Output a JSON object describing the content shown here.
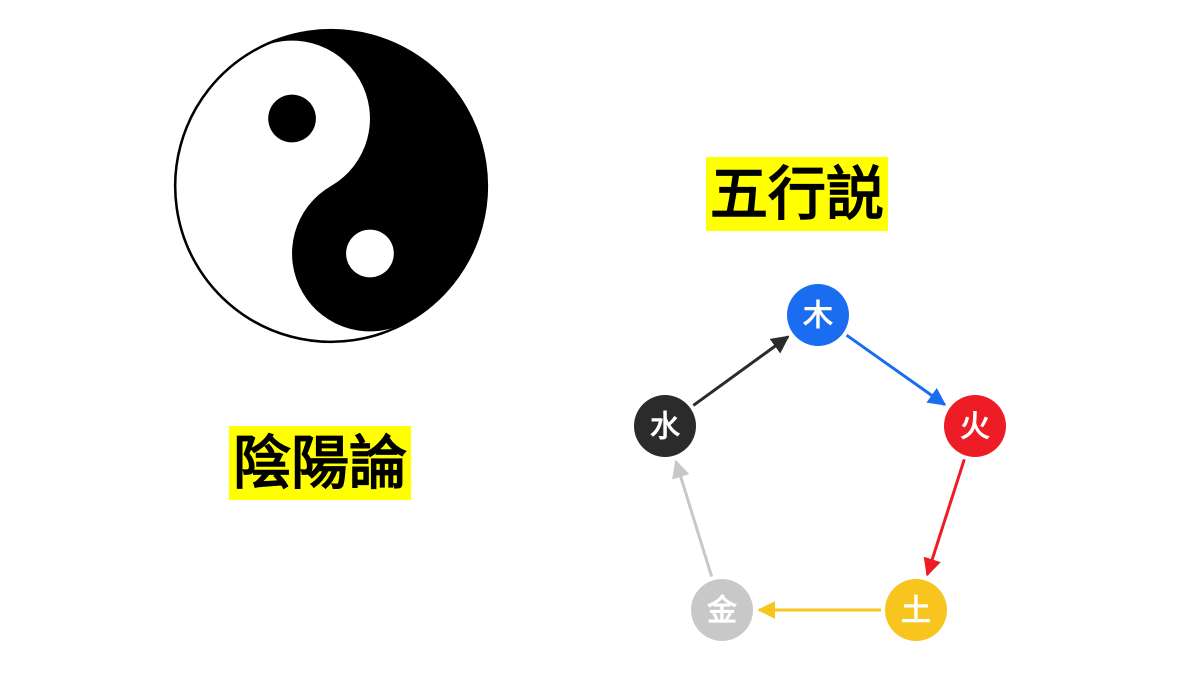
{
  "yinyang": {
    "title": "陰陽論",
    "colors": {
      "dark": "#000000",
      "light": "#ffffff"
    }
  },
  "wuxing": {
    "title": "五行説",
    "elements": [
      {
        "id": "wood",
        "label": "木",
        "color": "#1a6cf0"
      },
      {
        "id": "fire",
        "label": "火",
        "color": "#ee1c24"
      },
      {
        "id": "earth",
        "label": "土",
        "color": "#f7c51e"
      },
      {
        "id": "metal",
        "label": "金",
        "color": "#c8c8c8"
      },
      {
        "id": "water",
        "label": "水",
        "color": "#2b2b2b"
      }
    ],
    "cycle": [
      {
        "from": "wood",
        "to": "fire",
        "color": "#1a6cf0"
      },
      {
        "from": "fire",
        "to": "earth",
        "color": "#ee1c24"
      },
      {
        "from": "earth",
        "to": "metal",
        "color": "#f7c51e"
      },
      {
        "from": "metal",
        "to": "water",
        "color": "#c8c8c8"
      },
      {
        "from": "water",
        "to": "wood",
        "color": "#2b2b2b"
      }
    ]
  },
  "highlight_color": "#ffff00"
}
